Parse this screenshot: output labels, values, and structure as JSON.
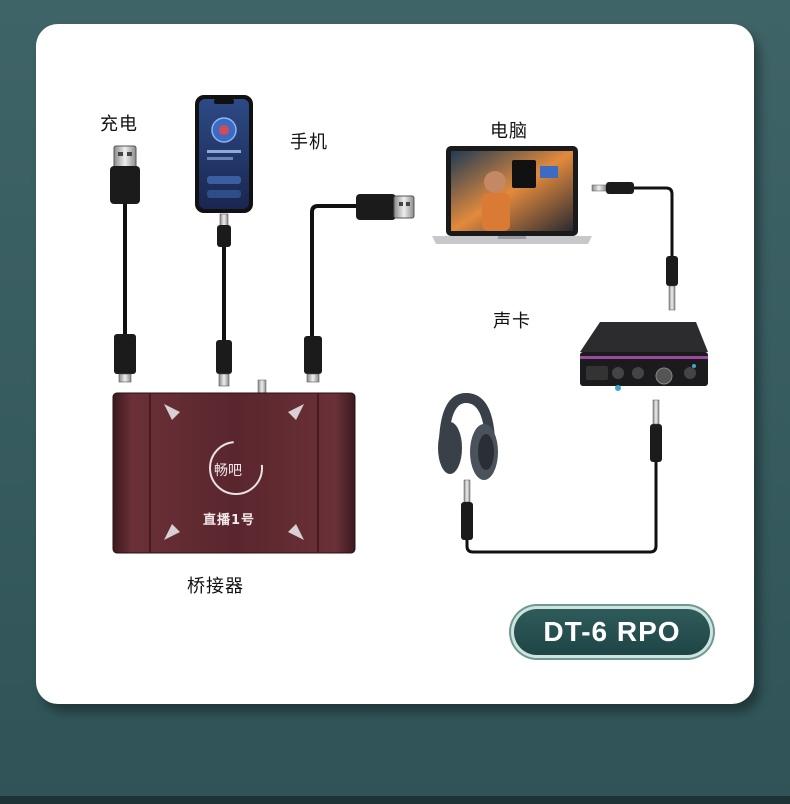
{
  "labels": {
    "charge": "充电",
    "phone": "手机",
    "computer": "电脑",
    "sound_card": "声卡",
    "bridge": "桥接器"
  },
  "device_text": {
    "brand": "畅吧",
    "sub": "直播1号"
  },
  "model": "DT-6 RPO"
}
